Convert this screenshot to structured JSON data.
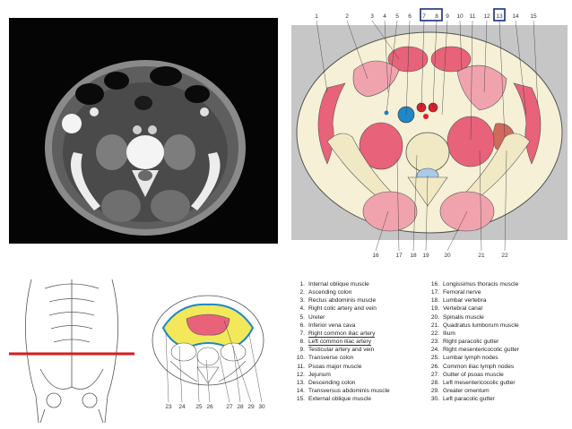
{
  "diagram": {
    "top_numbers": [
      "1",
      "2",
      "3",
      "4",
      "5",
      "6",
      "7",
      "8",
      "9",
      "10",
      "11",
      "12",
      "13",
      "14",
      "15"
    ],
    "bottom_numbers": [
      "16",
      "17",
      "18",
      "19",
      "20",
      "21",
      "22"
    ],
    "highlighted_numbers": [
      "7",
      "8",
      "13"
    ]
  },
  "mini_diagram": {
    "bottom_numbers": [
      "23",
      "24",
      "25",
      "26",
      "27",
      "28",
      "29",
      "30"
    ]
  },
  "legend": {
    "left": [
      {
        "num": "1.",
        "text": "Internal oblique muscle"
      },
      {
        "num": "2.",
        "text": "Ascending colon"
      },
      {
        "num": "3.",
        "text": "Rectus abdominis muscle"
      },
      {
        "num": "4.",
        "text": "Right colic artery and vein"
      },
      {
        "num": "5.",
        "text": "Ureter"
      },
      {
        "num": "6.",
        "text": "Inferior vena cava"
      },
      {
        "num": "7.",
        "text": "Right common iliac artery",
        "underline": true
      },
      {
        "num": "8.",
        "text": "Left common iliac artery",
        "underline": true
      },
      {
        "num": "9.",
        "text": "Testicular artery and vein"
      },
      {
        "num": "10.",
        "text": "Transverse colon"
      },
      {
        "num": "11.",
        "text": "Psoas major muscle"
      },
      {
        "num": "12.",
        "text": "Jejunum"
      },
      {
        "num": "13.",
        "text": "Descending colon"
      },
      {
        "num": "14.",
        "text": "Transversus abdominis muscle"
      },
      {
        "num": "15.",
        "text": "External oblique muscle"
      }
    ],
    "right": [
      {
        "num": "16.",
        "text": "Longissimus thoracis muscle"
      },
      {
        "num": "17.",
        "text": "Femoral nerve"
      },
      {
        "num": "18.",
        "text": "Lumbar vertebra"
      },
      {
        "num": "19.",
        "text": "Vertebral canal"
      },
      {
        "num": "20.",
        "text": "Spinalis muscle"
      },
      {
        "num": "21.",
        "text": "Quadratus lumborum muscle"
      },
      {
        "num": "22.",
        "text": "Ilium"
      },
      {
        "num": "23.",
        "text": "Right paracolic gutter"
      },
      {
        "num": "24.",
        "text": "Right mesentericocolic gutter"
      },
      {
        "num": "25.",
        "text": "Lumbar lymph nodes"
      },
      {
        "num": "26.",
        "text": "Common iliac lymph nodes"
      },
      {
        "num": "27.",
        "text": "Gutter of psoas muscle"
      },
      {
        "num": "28.",
        "text": "Left mesentericocolic gutter"
      },
      {
        "num": "29.",
        "text": "Greater omentum"
      },
      {
        "num": "30.",
        "text": "Left paracolic gutter"
      }
    ]
  },
  "colors": {
    "muscle_pink": "#e8627a",
    "muscle_light": "#f0a3ad",
    "bone": "#f1e8c4",
    "fat": "#f5f0d6",
    "artery": "#d8202a",
    "vein": "#1e88c8",
    "highlight_box": "#1a2f7a",
    "section_line": "#d81c1c"
  }
}
